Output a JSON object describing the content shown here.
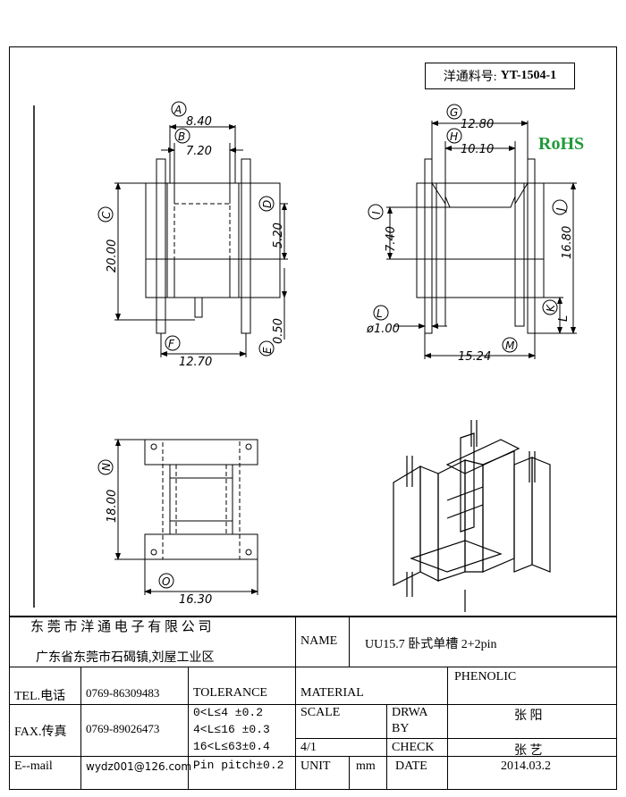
{
  "header": {
    "part_label": "洋通料号:",
    "part_no": "YT-1504-1",
    "rohs": "RoHS"
  },
  "dims": {
    "A": "A",
    "B": "B",
    "C": "C",
    "D": "D",
    "E": "E",
    "F": "F",
    "G": "G",
    "H": "H",
    "I": "I",
    "J": "J",
    "K": "K",
    "L": "L",
    "M": "M",
    "N": "N",
    "O": "O",
    "a_val": "8.40",
    "b_val": "7.20",
    "c_val": "20.00",
    "d_val": "5.20",
    "e_val": "0.50",
    "f_val": "12.70",
    "g_val": "12.80",
    "h_val": "10.10",
    "i_val": "7.40",
    "j_val": "16.80",
    "k_val": "L",
    "l_val": "ø1.00",
    "m_val": "15.24",
    "n_val": "18.00",
    "o_val": "16.30"
  },
  "title_block": {
    "company": "东 莞 市 洋 通 电 子 有 限 公 司",
    "address": "广东省东莞市石碣镇,刘屋工业区",
    "name_label": "NAME",
    "name_value": "UU15.7 卧式单槽 2+2pin",
    "tel_label": "TEL.电话",
    "tel_value": "0769-86309483",
    "fax_label": "FAX.传真",
    "fax_value": "0769-89026473",
    "email_label": "E--mail",
    "email_value": "wydz001@126.com",
    "tolerance_label": "TOLERANCE",
    "tol1": "0<L≤4  ±0.2",
    "tol2": "4<L≤16 ±0.3",
    "tol3": "16<L≤63±0.4",
    "tol4": "Pin pitch±0.2",
    "material_label": "MATERIAL",
    "material_value": "PHENOLIC",
    "scale_label": "SCALE",
    "scale_value": "4/1",
    "drawn_label1": "DRWA",
    "drawn_label2": "BY",
    "drawn_value": "张 阳",
    "check_label": "CHECK",
    "check_value": "张 艺",
    "unit_label": "UNIT",
    "unit_value": "mm",
    "date_label": "DATE",
    "date_value": "2014.03.2"
  }
}
